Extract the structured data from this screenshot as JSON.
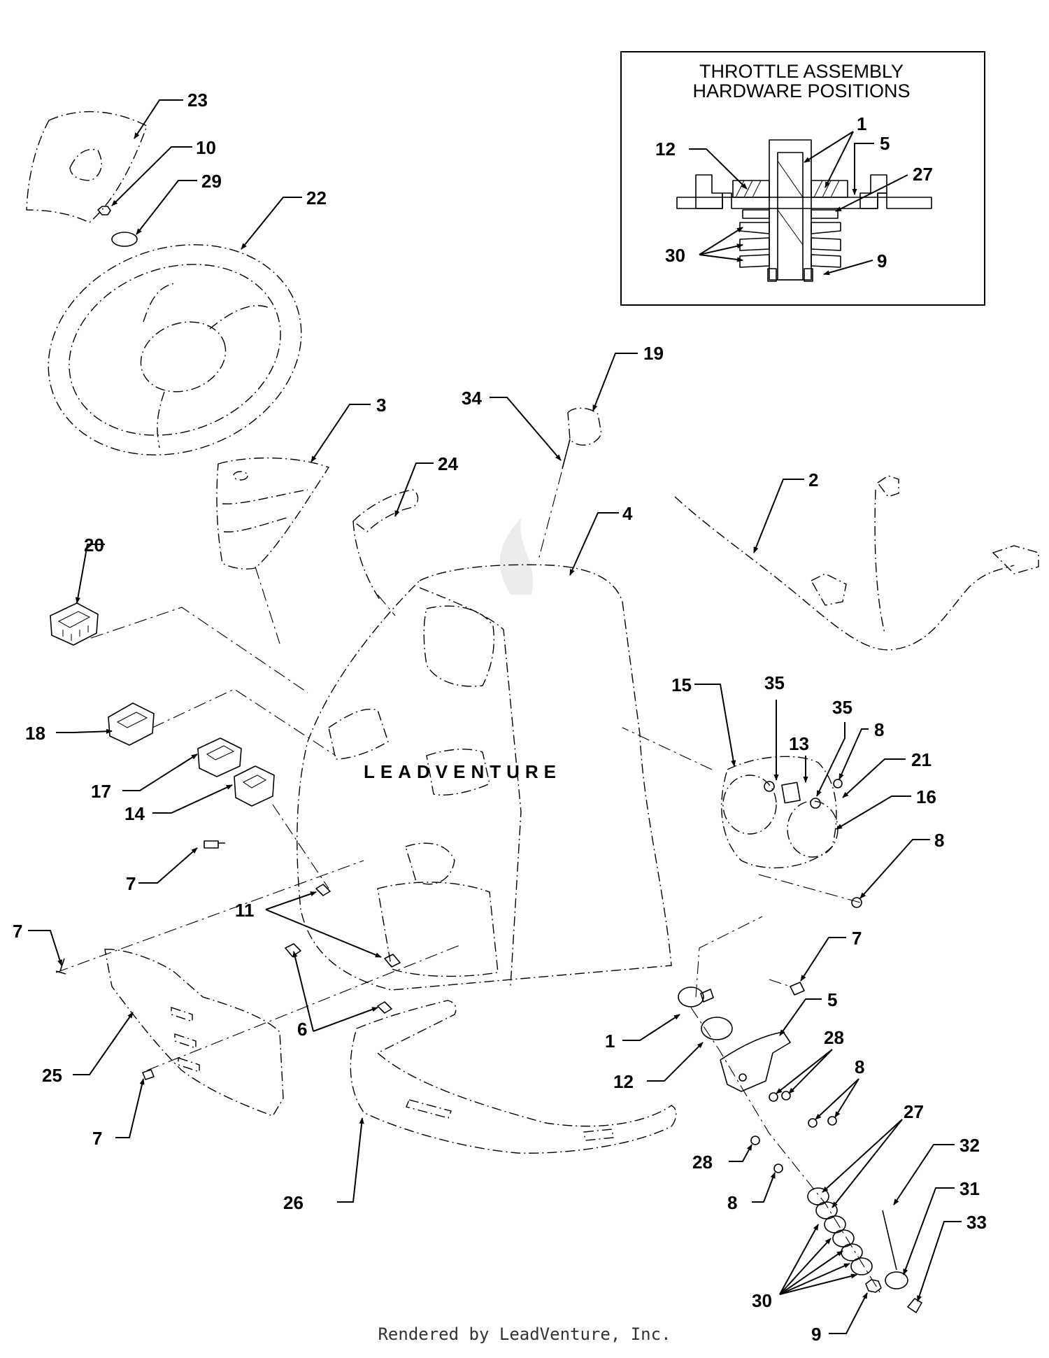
{
  "inset": {
    "title_line1": "THROTTLE ASSEMBLY",
    "title_line2": "HARDWARE POSITIONS",
    "callouts": {
      "washer_top": "1",
      "plate": "12",
      "bracket": "5",
      "spring_washer": "27",
      "wave_washers": "30",
      "nut": "9"
    }
  },
  "callouts": {
    "p23": "23",
    "p10": "10",
    "p29": "29",
    "p22": "22",
    "p3": "3",
    "p19": "19",
    "p34": "34",
    "p24": "24",
    "p4": "4",
    "p2": "2",
    "p20": "20",
    "p18": "18",
    "p17": "17",
    "p14": "14",
    "p15": "15",
    "p35a": "35",
    "p13": "13",
    "p35b": "35",
    "p8a": "8",
    "p21": "21",
    "p16": "16",
    "p8b": "8",
    "p7a": "7",
    "p11": "11",
    "p7b": "7",
    "p7c": "7",
    "p6": "6",
    "p25": "25",
    "p7d": "7",
    "p26": "26",
    "p5": "5",
    "p1": "1",
    "p12": "12",
    "p28a": "28",
    "p8c": "8",
    "p28b": "28",
    "p8d": "8",
    "p27": "27",
    "p32": "32",
    "p31": "31",
    "p33": "33",
    "p30": "30",
    "p9": "9"
  },
  "watermark": "LEADVENTURE",
  "footer": "Rendered by LeadVenture, Inc."
}
